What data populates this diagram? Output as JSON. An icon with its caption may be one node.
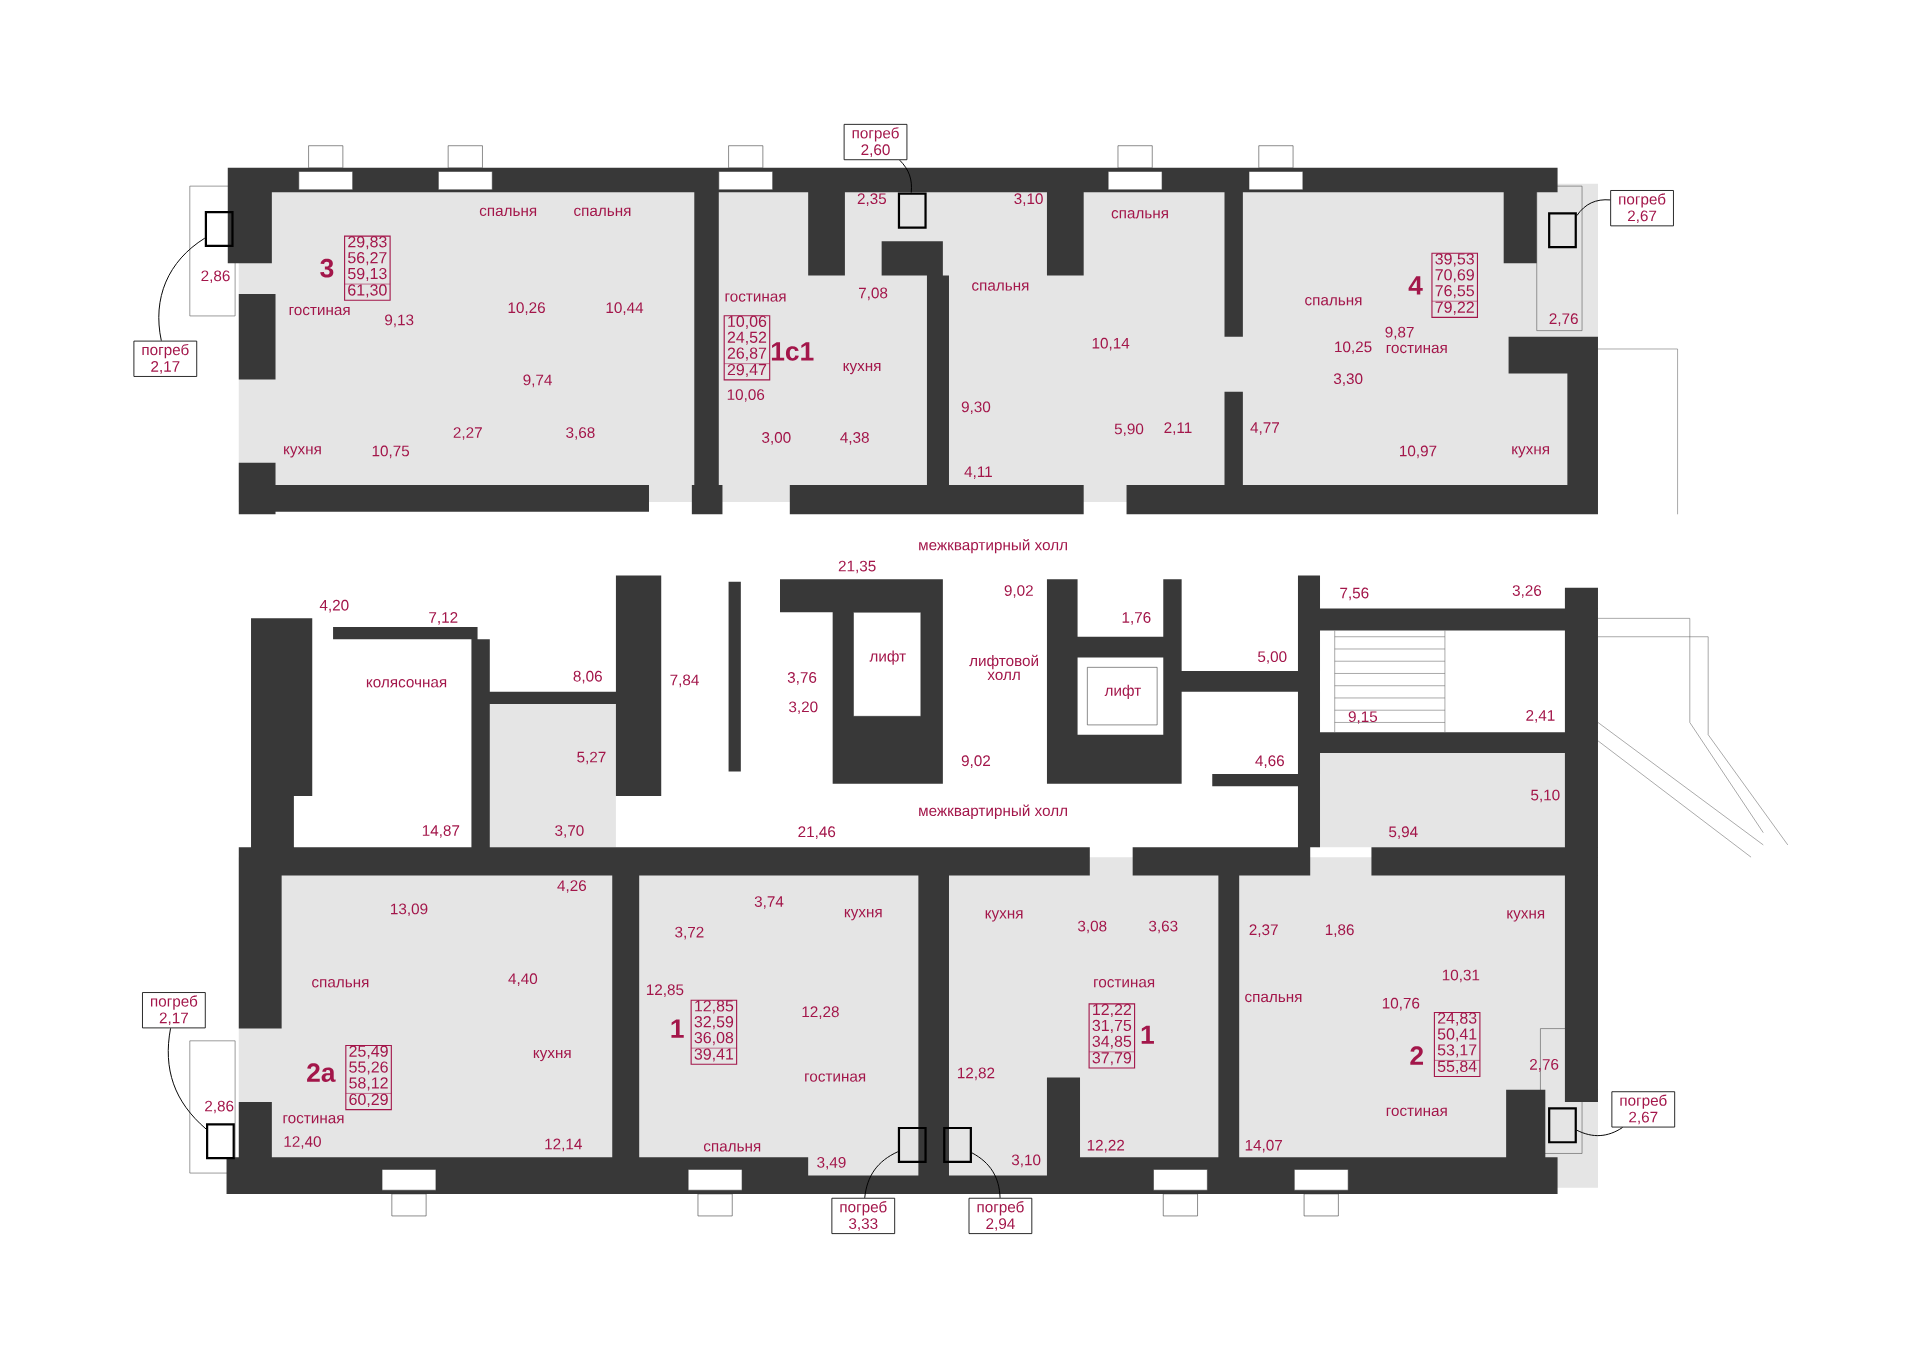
{
  "diagram": {
    "nodes": [
      {
        "text": [
          "погреб 2,60"
        ]
      },
      {
        "text": [
          "погреб 2,67"
        ]
      },
      {
        "text": [],
        "shape": "box"
      },
      {
        "text": [],
        "shape": "box"
      },
      {
        "text": [],
        "shape": "box"
      },
      {
        "text": [
          "29,83",
          "56,27",
          "59,13",
          "61,30"
        ],
        "beside": [
          "3"
        ]
      },
      {
        "text": [
          "39,53",
          "70,69",
          "76,55",
          "79,22"
        ],
        "beside": [
          "4"
        ]
      },
      {
        "text": [
          "10,06",
          "24,52",
          "26,87",
          "29,47"
        ],
        "beside": [
          "1с1"
        ]
      },
      {
        "text": [
          "погреб 2,17"
        ]
      },
      {
        "text": [
          "погреб 2,17"
        ]
      },
      {
        "text": [
          "12,85",
          "32,59",
          "36,08",
          "39,41"
        ],
        "beside": [
          "1"
        ]
      },
      {
        "text": [
          "12,22",
          "31,75",
          "34,85",
          "37,79"
        ],
        "beside": [
          "1"
        ]
      },
      {
        "text": [
          "24,83",
          "50,41",
          "53,17",
          "55,84"
        ],
        "beside": [
          "2"
        ]
      },
      {
        "text": [
          "25,49",
          "55,26",
          "58,12",
          "60,29"
        ],
        "beside": [
          "2а"
        ]
      },
      {
        "text": [
          "погреб 2,67"
        ]
      },
      {
        "text": [],
        "shape": "box"
      },
      {
        "text": [],
        "shape": "box"
      },
      {
        "text": [],
        "shape": "box"
      },
      {
        "text": [],
        "shape": "box"
      },
      {
        "text": [
          "погреб 3,33"
        ]
      },
      {
        "text": [
          "погреб 2,94"
        ]
      }
    ],
    "edges": [
      {
        "from": 8,
        "to": 3,
        "arrow": "none"
      },
      {
        "from": 0,
        "to": 2,
        "arrow": "none"
      },
      {
        "from": 1,
        "to": 4,
        "arrow": "none"
      },
      {
        "from": 9,
        "to": 16,
        "arrow": "none"
      },
      {
        "from": 19,
        "to": 17,
        "arrow": "none"
      },
      {
        "from": 20,
        "to": 18,
        "arrow": "none"
      },
      {
        "from": 14,
        "to": 15,
        "arrow": "none"
      }
    ],
    "labels": [
      "спальня",
      "спальня",
      "2,35",
      "3,10",
      "спальня",
      "2,86",
      "гостиная",
      "9,13",
      "10,26",
      "10,44",
      "гостиная",
      "7,08",
      "спальня",
      "спальня",
      "2,76",
      "10,14",
      "10,25",
      "9,87",
      "гостиная",
      "кухня",
      "9,74",
      "3,30",
      "10,06",
      "9,30",
      "2,27",
      "3,68",
      "3,00",
      "4,38",
      "5,90",
      "2,11",
      "4,77",
      "кухня",
      "10,75",
      "10,97",
      "кухня",
      "4,11",
      "межквартирный холл",
      "21,35",
      "9,02",
      "7,56",
      "3,26",
      "4,20",
      "7,12",
      "1,76",
      "колясочная",
      "8,06",
      "7,84",
      "3,76",
      "лифт",
      "лифтовой холл",
      "лифт",
      "5,00",
      "3,20",
      "9,15",
      "2,41",
      "5,27",
      "9,02",
      "4,66",
      "5,10",
      "межквартирный холл",
      "14,87",
      "3,70",
      "21,46",
      "5,94",
      "4,26",
      "13,09",
      "3,72",
      "3,74",
      "кухня",
      "кухня",
      "3,08",
      "3,63",
      "2,37",
      "1,86",
      "кухня",
      "спальня",
      "4,40",
      "12,85",
      "12,28",
      "гостиная",
      "спальня",
      "10,76",
      "10,31",
      "кухня",
      "гостиная",
      "12,82",
      "2,76",
      "2,86",
      "гостиная",
      "гостиная",
      "12,40",
      "12,14",
      "спальня",
      "3,49",
      "3,10",
      "12,22",
      "14,07"
    ]
  }
}
